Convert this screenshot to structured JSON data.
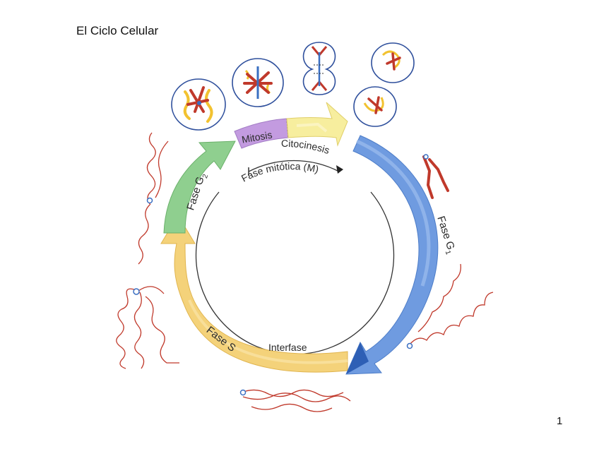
{
  "slide": {
    "title": "El Ciclo Celular",
    "page_number": "1"
  },
  "diagram": {
    "phases": {
      "mitosis": "Mitosis",
      "citocinesis": "Citocinesis",
      "fase_g1_main": "Fase G",
      "fase_g1_sub": "1",
      "fase_s": "Fase S",
      "fase_g2_main": "Fase G",
      "fase_g2_sub": "2"
    },
    "inner": {
      "fase_mitotica": "Fase mitótica (M)",
      "interfase": "Interfase"
    },
    "colors": {
      "g1_blue": "#6f9be0",
      "s_yellow": "#f4d27a",
      "g2_green": "#8fcf8f",
      "mitosis_purple": "#c39be0",
      "cytokinesis_yellow": "#f7ee9e",
      "chromosome_red": "#c0392b",
      "chromatin_yellow": "#f2c230",
      "spindle_blue": "#3a6fc2"
    }
  }
}
